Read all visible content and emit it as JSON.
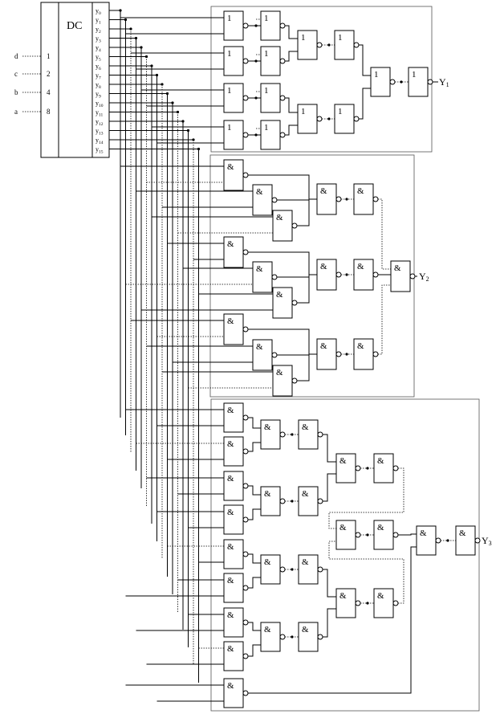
{
  "decoder": {
    "title": "DC",
    "inputs": [
      {
        "name": "d",
        "weight": "1"
      },
      {
        "name": "c",
        "weight": "2"
      },
      {
        "name": "b",
        "weight": "4"
      },
      {
        "name": "a",
        "weight": "8"
      }
    ],
    "outputs": [
      "y",
      "y",
      "y",
      "y",
      "y",
      "y",
      "y",
      "y",
      "y",
      "y",
      "y",
      "y",
      "y",
      "y",
      "y",
      "y"
    ],
    "output_indices": [
      "0",
      "1",
      "2",
      "3",
      "4",
      "5",
      "6",
      "7",
      "8",
      "9",
      "10",
      "11",
      "12",
      "13",
      "14",
      "15"
    ]
  },
  "gates": {
    "or_symbol": "1",
    "and_symbol": "&"
  },
  "outputs": {
    "y1": {
      "base": "Y",
      "sub": "1"
    },
    "y2": {
      "base": "Y",
      "sub": "2"
    },
    "y3": {
      "base": "Y",
      "sub": "3"
    }
  }
}
